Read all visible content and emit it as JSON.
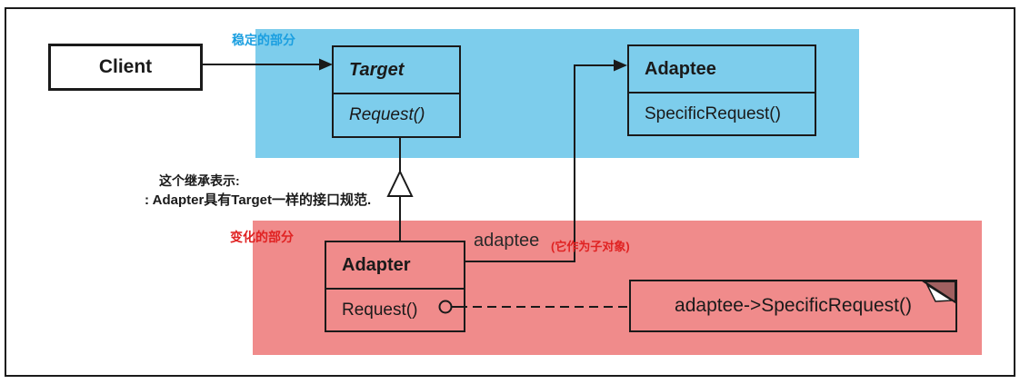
{
  "regions": {
    "stable": {
      "label": "稳定的部分"
    },
    "variable": {
      "label": "变化的部分"
    }
  },
  "classes": {
    "client": {
      "name": "Client"
    },
    "target": {
      "name": "Target",
      "method": "Request()"
    },
    "adaptee": {
      "name": "Adaptee",
      "method": "SpecificRequest()"
    },
    "adapter": {
      "name": "Adapter",
      "method": "Request()"
    }
  },
  "note": {
    "text": "adaptee->SpecificRequest()"
  },
  "annotations": {
    "inheritance_caption_line1": "这个继承表示:",
    "inheritance_caption_line2": ": Adapter具有Target一样的接口规范.",
    "association_label": "adaptee",
    "association_note": "(它作为子对象)"
  },
  "colors": {
    "stable_region": "#7DCDEC",
    "stable_label": "#1B9FE0",
    "variable_region": "#F08B8B",
    "variable_label": "#E02222",
    "note_fold": "#A06060"
  }
}
